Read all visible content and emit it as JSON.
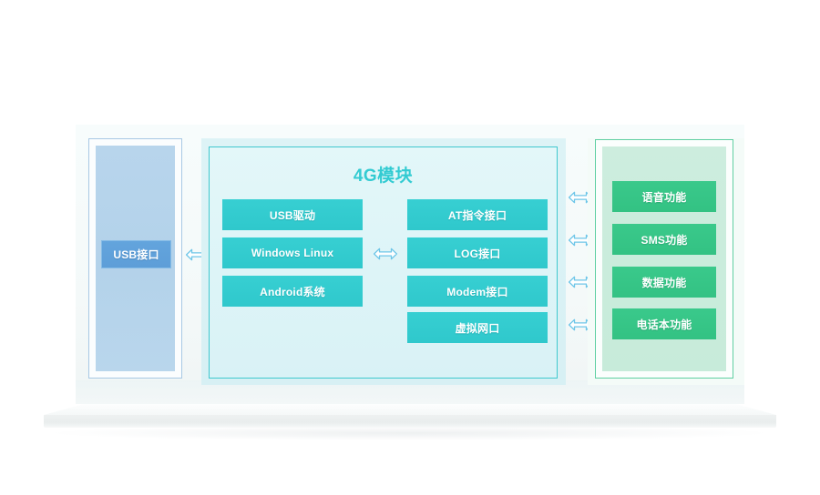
{
  "diagram": {
    "title_block": {
      "module_title": "4G模块"
    },
    "host_panel": {
      "name": "host-usb-panel",
      "chip_label": "USB接口",
      "fill_color": "#b3d2ea",
      "chip_color": "#5d9ed8",
      "border_color": "#a8c8e4"
    },
    "module_panel": {
      "name": "4g-module-panel",
      "accent_color": "#33cbd2",
      "border_color": "#3fc8ce",
      "background_color": "#ddf4f7",
      "left_column": [
        {
          "label": "USB驱动"
        },
        {
          "label": "Windows Linux"
        },
        {
          "label": "Android系统"
        }
      ],
      "right_column": [
        {
          "label": "AT指令接口"
        },
        {
          "label": "LOG接口"
        },
        {
          "label": "Modem接口"
        },
        {
          "label": "虚拟网口"
        }
      ]
    },
    "feature_panel": {
      "name": "feature-panel",
      "accent_color": "#33c283",
      "border_color": "#5fcfa2",
      "background_color": "#c7ebda",
      "items": [
        {
          "label": "语音功能"
        },
        {
          "label": "SMS功能"
        },
        {
          "label": "数据功能"
        },
        {
          "label": "电话本功能"
        }
      ]
    },
    "connectors": [
      {
        "name": "usb-to-module",
        "icon": "double-arrow-icon",
        "color": "#6ec6e8"
      },
      {
        "name": "drivers-to-interfaces",
        "icon": "double-arrow-icon",
        "color": "#6ec6e8"
      },
      {
        "name": "at-to-voice",
        "icon": "double-arrow-icon",
        "color": "#6ec6e8"
      },
      {
        "name": "log-to-sms",
        "icon": "double-arrow-icon",
        "color": "#6ec6e8"
      },
      {
        "name": "modem-to-data",
        "icon": "double-arrow-icon",
        "color": "#6ec6e8"
      },
      {
        "name": "vnet-to-phonebook",
        "icon": "double-arrow-icon",
        "color": "#6ec6e8"
      }
    ]
  }
}
